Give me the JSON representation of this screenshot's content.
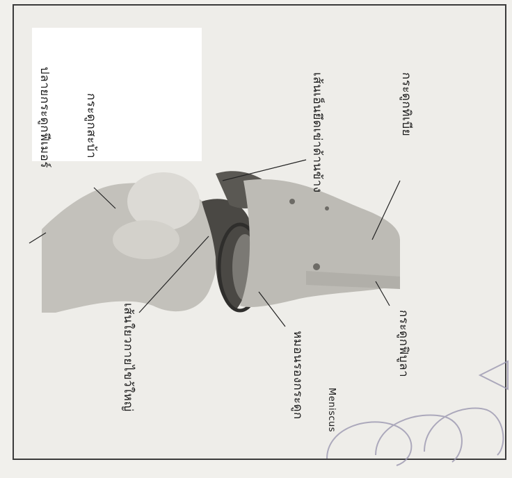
{
  "labels": {
    "femur_end": "ปลายกระดูกฟีเมอร์",
    "kneecap": "กระดูกสะบ้า",
    "ligament_top_right": "เส้นเอ็นยึดเข่าด้านข้าง",
    "tibia": "กระดูกทิเบีย",
    "cruciate_ligament": "เส้นใยวกายไขว้ใหญ่",
    "meniscus_thai": "หมอนรองกระดูก",
    "meniscus_en": "Meniscus",
    "fibula": "กระดูกฟิบูลา"
  },
  "colors": {
    "bone": "#c9c7c2",
    "dark": "#3b3a38",
    "watermark": "#9b97b0"
  }
}
